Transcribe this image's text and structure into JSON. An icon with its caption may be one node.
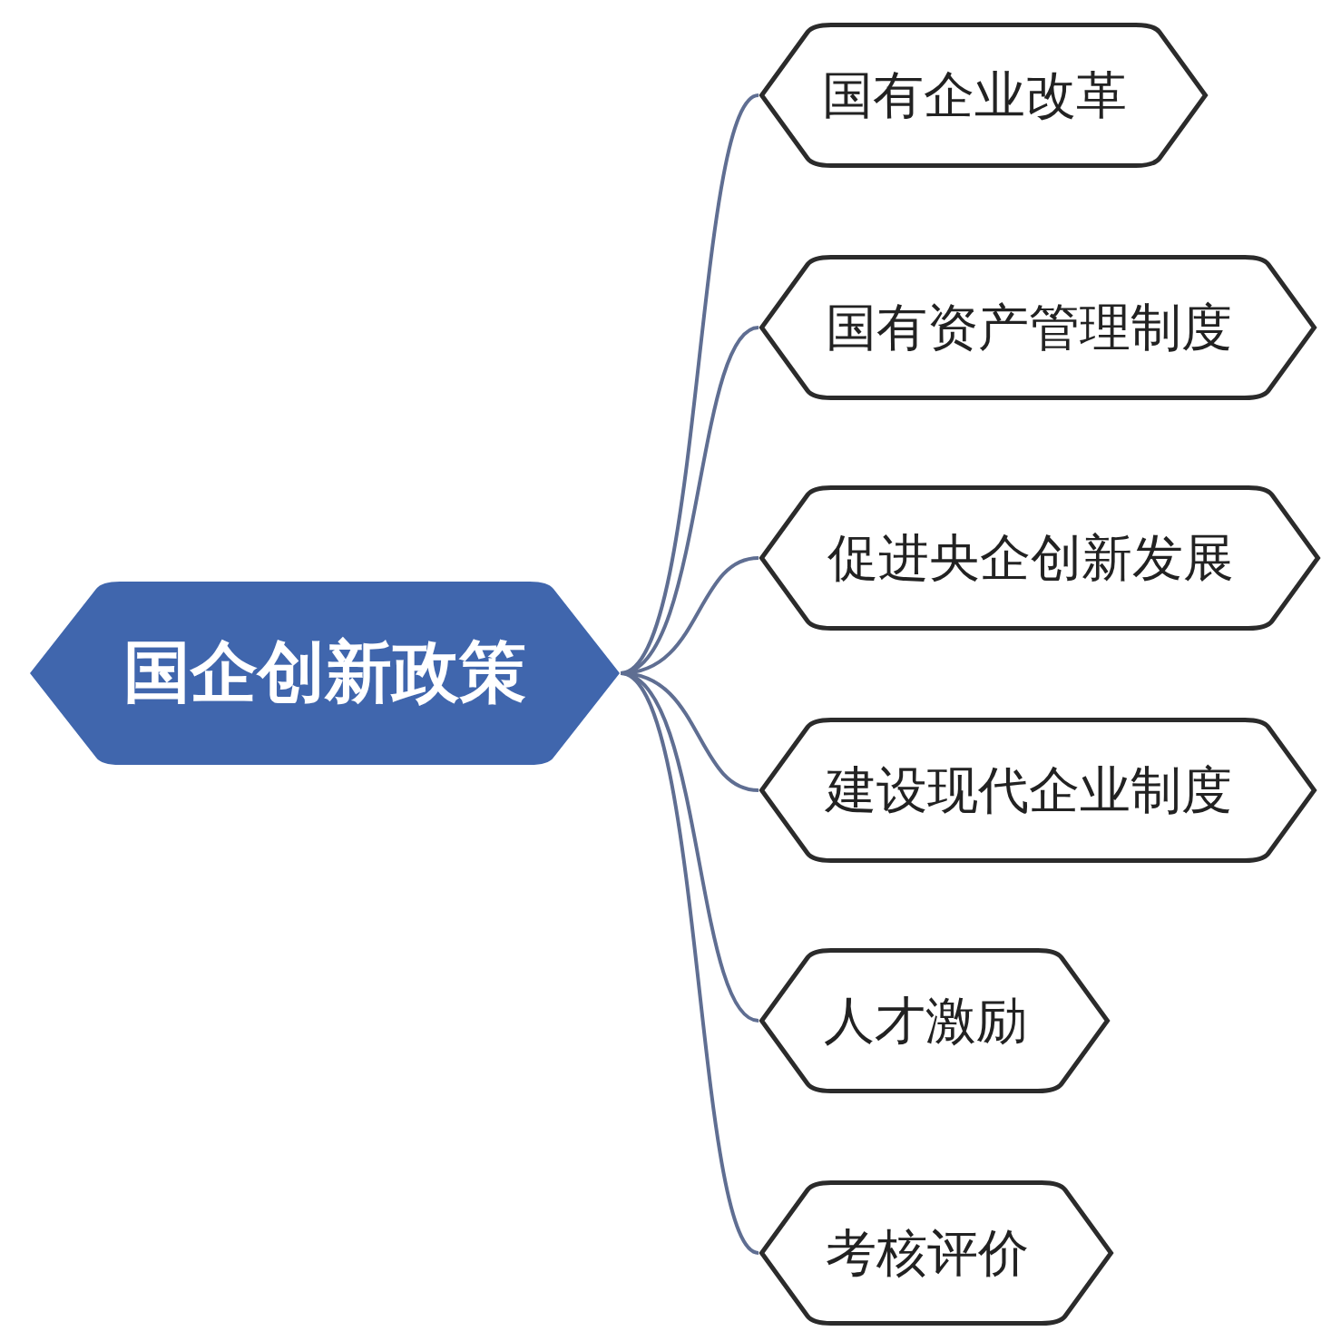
{
  "diagram": {
    "nodes": [
      {
        "text": [
          "国企创新政策"
        ]
      },
      {
        "text": [
          "国有企业改革"
        ]
      },
      {
        "text": [
          "国有资产管理制度"
        ]
      },
      {
        "text": [
          "促进央企创新发展"
        ]
      },
      {
        "text": [
          "建设现代企业制度"
        ]
      },
      {
        "text": [
          "人才激励"
        ]
      },
      {
        "text": [
          "考核评价"
        ]
      }
    ],
    "edges": [
      {
        "from": 0,
        "to": 1,
        "arrow": "none"
      },
      {
        "from": 0,
        "to": 2,
        "arrow": "none"
      },
      {
        "from": 0,
        "to": 3,
        "arrow": "none"
      },
      {
        "from": 0,
        "to": 4,
        "arrow": "none"
      },
      {
        "from": 0,
        "to": 5,
        "arrow": "none"
      },
      {
        "from": 0,
        "to": 6,
        "arrow": "none"
      }
    ]
  }
}
